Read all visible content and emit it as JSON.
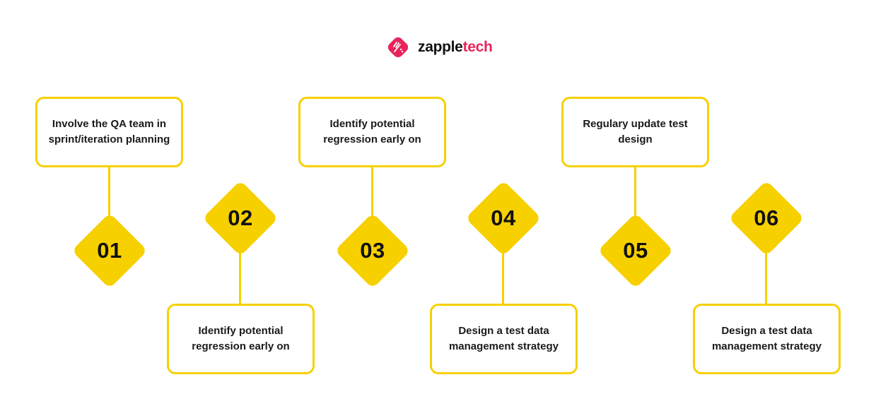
{
  "logo": {
    "icon": "zappletech-logo-icon",
    "text_dark": "zapple",
    "text_accent": "tech",
    "accent_color": "#e8245a"
  },
  "colors": {
    "accent": "#f7d000",
    "text": "#111111",
    "brand": "#e8245a"
  },
  "steps": [
    {
      "number": "01",
      "label": "Involve the QA team in sprint/iteration planning",
      "position": "top"
    },
    {
      "number": "02",
      "label": "Identify potential regression early on",
      "position": "bottom"
    },
    {
      "number": "03",
      "label": "Identify potential regression early on",
      "position": "top"
    },
    {
      "number": "04",
      "label": "Design a test data management strategy",
      "position": "bottom"
    },
    {
      "number": "05",
      "label": "Regulary update test design",
      "position": "top"
    },
    {
      "number": "06",
      "label": "Design a test data management strategy",
      "position": "bottom"
    }
  ]
}
